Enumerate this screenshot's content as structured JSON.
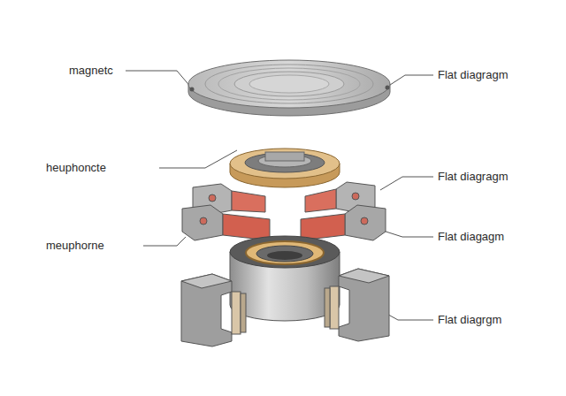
{
  "diagram": {
    "labels": [
      "magnetc",
      "heuphoncte",
      "meuphorne",
      "Flat diagragm",
      "Flat diagragm",
      "Flat diagagm",
      "Flat diagrgm"
    ]
  }
}
